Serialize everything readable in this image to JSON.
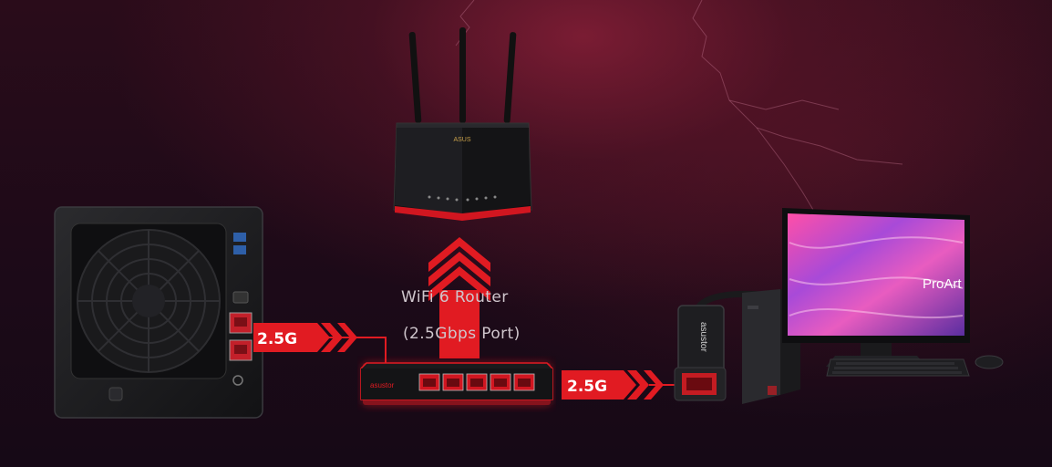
{
  "router": {
    "label": "WiFi 6 Router",
    "port_label": "(2.5Gbps Port)",
    "brand": "ASUS"
  },
  "links": {
    "nas_to_switch": "2.5G",
    "switch_to_adapter": "2.5G"
  },
  "switch": {
    "brand": "asustor"
  },
  "adapter": {
    "brand": "asustor"
  },
  "monitor": {
    "brand": "ProArt"
  },
  "colors": {
    "accent_red": "#e11b22",
    "background": "#1d0a18"
  },
  "icons": [
    "router-icon",
    "nas-icon",
    "network-switch-icon",
    "usb-ethernet-adapter-icon",
    "desktop-pc-icon",
    "monitor-icon",
    "keyboard-icon",
    "mouse-icon",
    "up-arrow-icon",
    "right-chevron-icon"
  ]
}
